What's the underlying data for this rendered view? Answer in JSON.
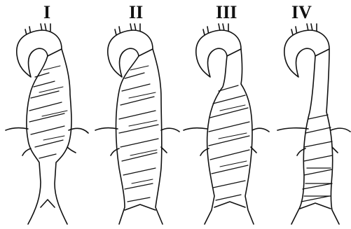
{
  "figure": {
    "panels": [
      {
        "label": "I"
      },
      {
        "label": "II"
      },
      {
        "label": "III"
      },
      {
        "label": "IV"
      }
    ],
    "colors": {
      "ink": "#111111",
      "fill": "#ffffff"
    }
  }
}
